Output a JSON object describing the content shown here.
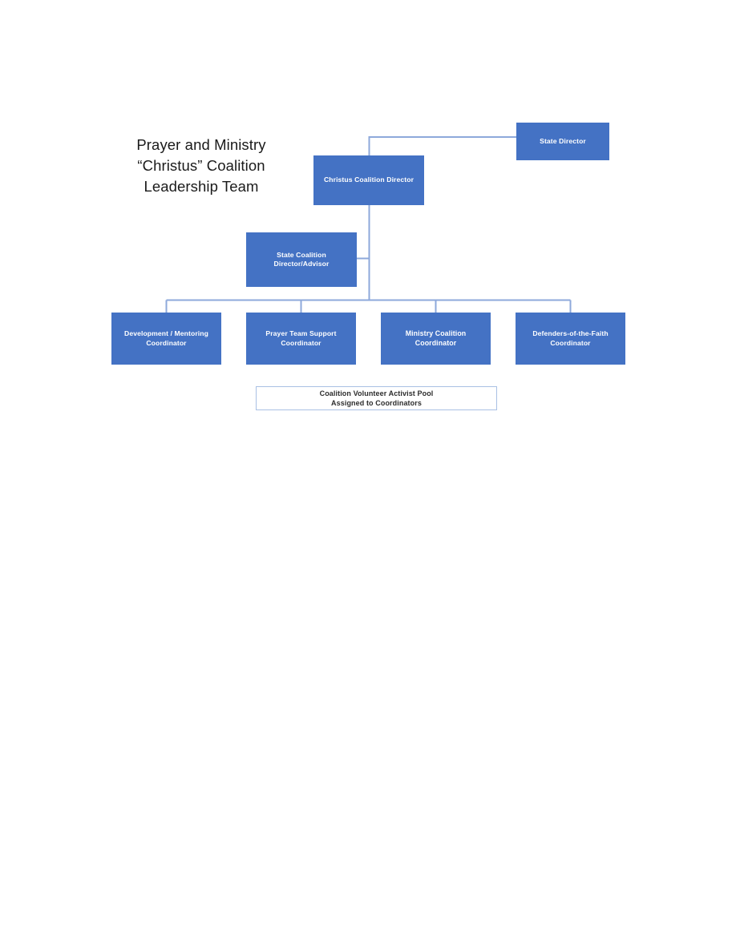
{
  "document": {
    "type": "organizational-chart",
    "page_background": "#ffffff"
  },
  "title": {
    "line1": "Prayer and Ministry",
    "line2": "“Christus” Coalition",
    "line3": "Leadership Team"
  },
  "colors": {
    "node_fill": "#4472C4",
    "node_text": "#FFFFFF",
    "connector": "#8EA9DB",
    "outlined_border": "#A9C0E4",
    "outlined_text": "#2C2C2C",
    "title_text": "#1A1A1A"
  },
  "nodes": {
    "state_director": {
      "label": "State Director",
      "style": "filled"
    },
    "christus_director": {
      "label": "Christus Coalition Director",
      "style": "filled"
    },
    "state_coalition": {
      "label": "State Coalition\nDirector/Advisor",
      "style": "filled"
    },
    "development": {
      "label": "Development / Mentoring\nCoordinator",
      "style": "filled"
    },
    "prayer_support": {
      "label": "Prayer Team Support\nCoordinator",
      "style": "filled"
    },
    "ministry_coalition": {
      "label": "Ministry Coalition Coordinator",
      "style": "filled"
    },
    "defenders": {
      "label": "Defenders-of-the-Faith\nCoordinator",
      "style": "filled"
    },
    "volunteer_pool": {
      "label": "Coalition Volunteer Activist Pool\nAssigned to Coordinators",
      "style": "outlined"
    }
  },
  "connections": [
    {
      "from": "christus_director",
      "to": "state_director"
    },
    {
      "from": "christus_director",
      "to": "state_coalition"
    },
    {
      "from": "christus_director",
      "to": "development"
    },
    {
      "from": "christus_director",
      "to": "prayer_support"
    },
    {
      "from": "christus_director",
      "to": "ministry_coalition"
    },
    {
      "from": "christus_director",
      "to": "defenders"
    }
  ]
}
